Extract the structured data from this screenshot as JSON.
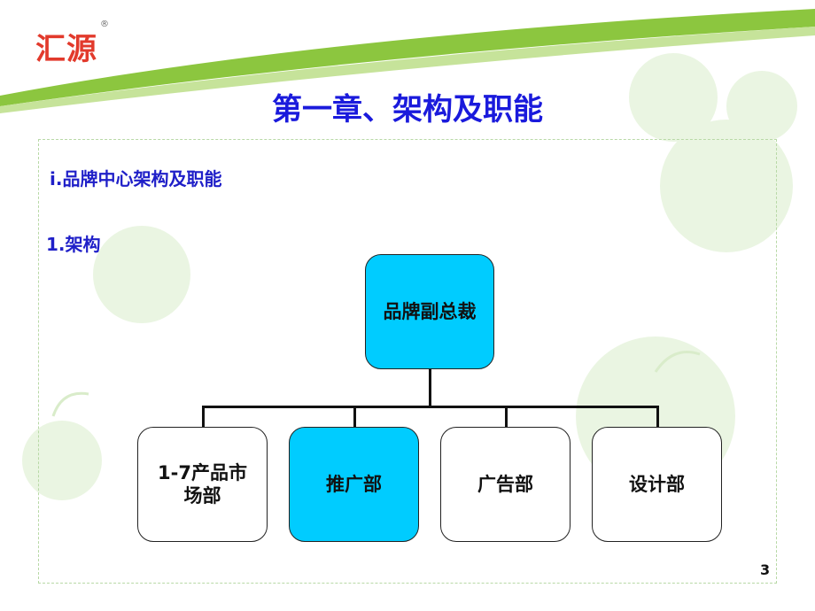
{
  "logo": {
    "text": "汇源",
    "registered": "®"
  },
  "title": "第一章、架构及职能",
  "section_heading": "ⅰ.品牌中心架构及职能",
  "subsection_heading": "1.架构",
  "org_chart": {
    "root": "品牌副总裁",
    "children": [
      "1-7产品市场部",
      "推广部",
      "广告部",
      "设计部"
    ]
  },
  "page_number": "3",
  "colors": {
    "title": "#1a1adc",
    "highlight_box": "#00ccff",
    "swoosh_green": "#8cc63f",
    "logo_red": "#e23a2c"
  }
}
